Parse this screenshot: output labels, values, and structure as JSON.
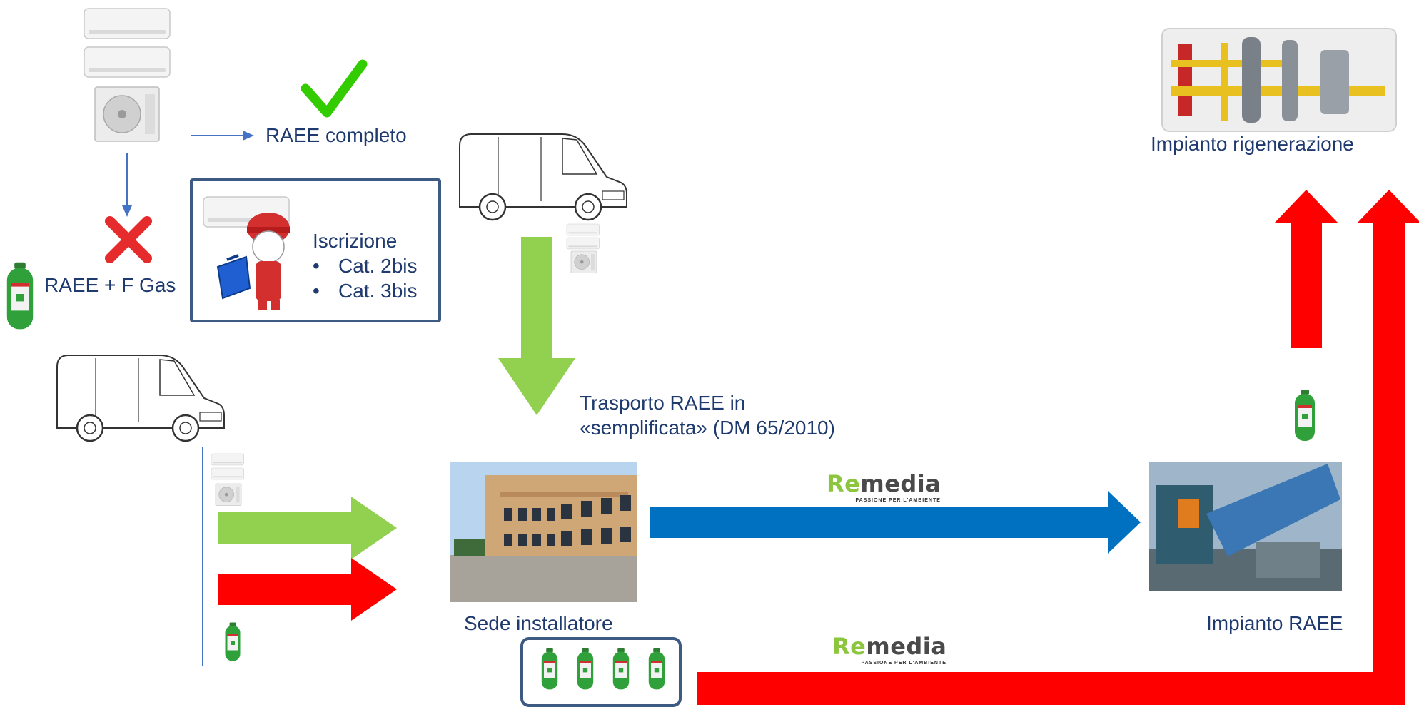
{
  "labels": {
    "raee_completo": "RAEE completo",
    "raee_fgas": "RAEE + F Gas",
    "iscrizione_title": "Iscrizione",
    "iscrizione_items": [
      "Cat. 2bis",
      "Cat. 3bis"
    ],
    "trasporto_line1": "Trasporto RAEE in",
    "trasporto_line2": "«semplificata» (DM 65/2010)",
    "sede": "Sede installatore",
    "impianto_raee": "Impianto RAEE",
    "impianto_rigenerazione": "Impianto rigenerazione"
  },
  "logos": [
    {
      "brand_a": "Re",
      "brand_b": "media",
      "tagline": "PASSIONE PER L'AMBIENTE"
    },
    {
      "brand_a": "Re",
      "brand_b": "media",
      "tagline": "PASSIONE PER L'AMBIENTE"
    }
  ],
  "colors": {
    "green_arrow": "#92d050",
    "red_arrow": "#ff0000",
    "blue_arrow": "#0070c0",
    "thin_arrow": "#4472c4",
    "text": "#1f3a6e",
    "box_border": "#3c5a82",
    "check": "#33cc00",
    "cross": "#e52b2b"
  },
  "icons": {
    "check": "check-icon",
    "cross": "cross-icon",
    "van": "van-icon",
    "cylinder": "gas-cylinder-icon",
    "ac_indoor": "ac-indoor-unit-icon",
    "ac_outdoor": "ac-outdoor-unit-icon",
    "technician": "technician-icon",
    "toolbox": "toolbox-icon",
    "building": "building-icon",
    "plant": "regeneration-plant-icon",
    "recycling": "recycling-plant-icon"
  }
}
